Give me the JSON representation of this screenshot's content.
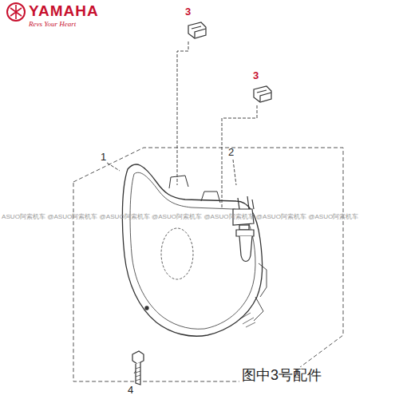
{
  "diagram": {
    "labels": [
      "YAMAHA",
      "Revs Your Heart",
      "3",
      "3",
      "1",
      "2",
      "4",
      "ASUO阿索机车 @ASUO阿索机车 @ASUO阿索机车 @ASUO阿索机车 @ASUO阿索机车 @ASUO阿索机车 @ASUO阿索机车",
      "图中3号配件"
    ]
  }
}
